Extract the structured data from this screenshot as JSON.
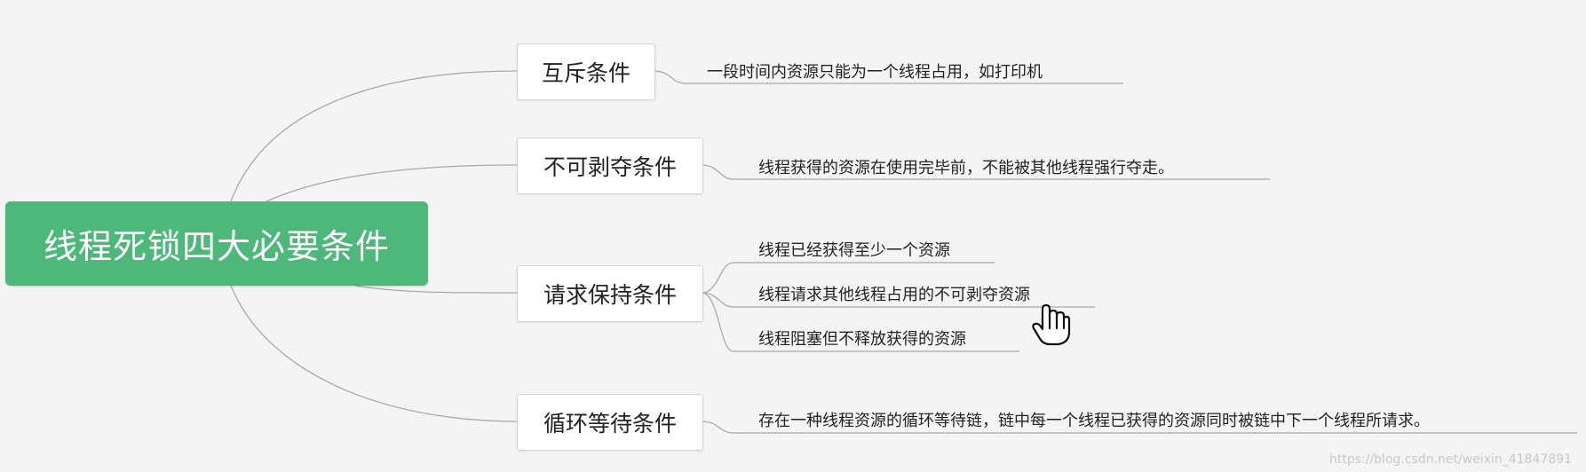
{
  "title": "线程死锁四大必要条件",
  "conditions": [
    {
      "label": "互斥条件",
      "details": [
        "一段时间内资源只能为一个线程占用，如打印机"
      ]
    },
    {
      "label": "不可剥夺条件",
      "details": [
        "线程获得的资源在使用完毕前，不能被其他线程强行夺走。"
      ]
    },
    {
      "label": "请求保持条件",
      "details": [
        "线程已经获得至少一个资源",
        "线程请求其他线程占用的不可剥夺资源",
        "线程阻塞但不释放获得的资源"
      ]
    },
    {
      "label": "循环等待条件",
      "details": [
        "存在一种线程资源的循环等待链，链中每一个线程已获得的资源同时被链中下一个线程所请求。"
      ]
    }
  ],
  "watermark": "https://blog.csdn.net/weixin_41847891",
  "colors": {
    "root_bg": "#4db87a",
    "line": "#a9a9a9",
    "background": "#f4f4f4"
  },
  "cursor_icon": "hand-pointer-icon"
}
